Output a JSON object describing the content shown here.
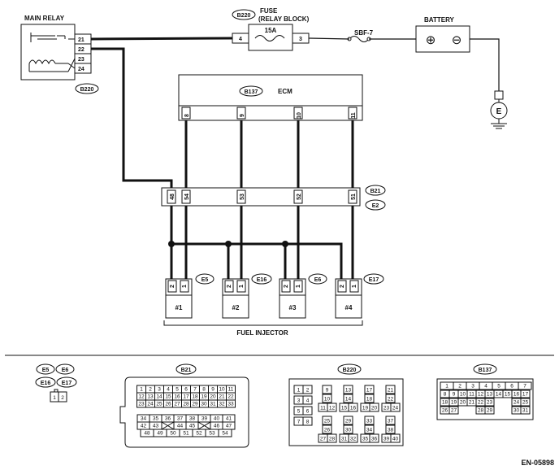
{
  "main_relay": {
    "title": "MAIN RELAY",
    "pins": [
      "21",
      "22",
      "23",
      "24"
    ],
    "connector": "B220"
  },
  "fuse": {
    "title_line1": "FUSE",
    "title_line2": "(RELAY BLOCK)",
    "connector": "B220",
    "rating": "15A",
    "pin_left": "4",
    "pin_right": "3"
  },
  "sbf": {
    "label": "SBF-7"
  },
  "battery": {
    "title": "BATTERY",
    "plus": "⊕",
    "minus": "⊖"
  },
  "ground": {
    "label": "E"
  },
  "ecm": {
    "title": "ECM",
    "connector": "B137",
    "pins": [
      "8",
      "9",
      "10",
      "11"
    ]
  },
  "harness": {
    "connector_top": "B21",
    "connector_bottom": "E2",
    "pins": [
      "48",
      "54",
      "53",
      "52",
      "51"
    ]
  },
  "injectors": [
    {
      "label": "#1",
      "connector": "E5",
      "pin1": "2",
      "pin2": "1"
    },
    {
      "label": "#2",
      "connector": "E16",
      "pin1": "2",
      "pin2": "1"
    },
    {
      "label": "#3",
      "connector": "E6",
      "pin1": "2",
      "pin2": "1"
    },
    {
      "label": "#4",
      "connector": "E17",
      "pin1": "2",
      "pin2": "1"
    }
  ],
  "injector_caption": "FUEL INJECTOR",
  "views": {
    "small": {
      "tags": [
        "E5",
        "E6",
        "E16",
        "E17"
      ],
      "pins": [
        "1",
        "2"
      ]
    },
    "b21": {
      "tag": "B21",
      "rows": [
        [
          "1",
          "2",
          "3",
          "4",
          "5",
          "6",
          "7",
          "8",
          "9",
          "10",
          "11"
        ],
        [
          "12",
          "13",
          "14",
          "15",
          "16",
          "17",
          "18",
          "19",
          "20",
          "21",
          "22"
        ],
        [
          "23",
          "24",
          "25",
          "26",
          "27",
          "28",
          "29",
          "30",
          "31",
          "32",
          "33"
        ],
        [
          "34",
          "35",
          "36",
          "37",
          "38",
          "39",
          "40",
          "41"
        ],
        [
          "42",
          "43",
          "",
          "44",
          "45",
          "",
          "46",
          "47"
        ],
        [
          "48",
          "49",
          "50",
          "51",
          "52",
          "53",
          "54"
        ]
      ]
    },
    "b220": {
      "tag": "B220",
      "groups": [
        {
          "rows": [
            [
              "1",
              "2"
            ],
            [
              "3",
              "4"
            ],
            [
              "5",
              "6"
            ],
            [
              "7",
              "8"
            ]
          ]
        },
        {
          "rows": [
            [
              "9"
            ],
            [
              "10"
            ],
            [
              "11",
              "12"
            ]
          ]
        },
        {
          "rows": [
            [
              "13"
            ],
            [
              "14"
            ],
            [
              "15",
              "16"
            ]
          ]
        },
        {
          "rows": [
            [
              "17"
            ],
            [
              "18"
            ],
            [
              "19",
              "20"
            ]
          ]
        },
        {
          "rows": [
            [
              "21"
            ],
            [
              "22"
            ],
            [
              "23",
              "24"
            ]
          ]
        },
        {
          "rows": [
            [
              "25"
            ],
            [
              "26"
            ],
            [
              "27",
              "28"
            ]
          ]
        },
        {
          "rows": [
            [
              "29"
            ],
            [
              "30"
            ],
            [
              "31",
              "32"
            ]
          ]
        },
        {
          "rows": [
            [
              "33"
            ],
            [
              "34"
            ],
            [
              "35",
              "36"
            ]
          ]
        },
        {
          "rows": [
            [
              "37"
            ],
            [
              "38"
            ],
            [
              "39",
              "40"
            ]
          ]
        }
      ]
    },
    "b137": {
      "tag": "B137",
      "rows": [
        [
          "1",
          "2",
          "3",
          "4",
          "5",
          "6",
          "7"
        ],
        [
          "8",
          "9",
          "10",
          "11",
          "12",
          "13",
          "14",
          "15",
          "16",
          "17"
        ],
        [
          "18",
          "19",
          "20",
          "21",
          "22",
          "23",
          "24",
          "25"
        ],
        [
          "26",
          "27",
          "28",
          "29",
          "30",
          "31"
        ]
      ]
    }
  },
  "doc_id": "EN-05898"
}
